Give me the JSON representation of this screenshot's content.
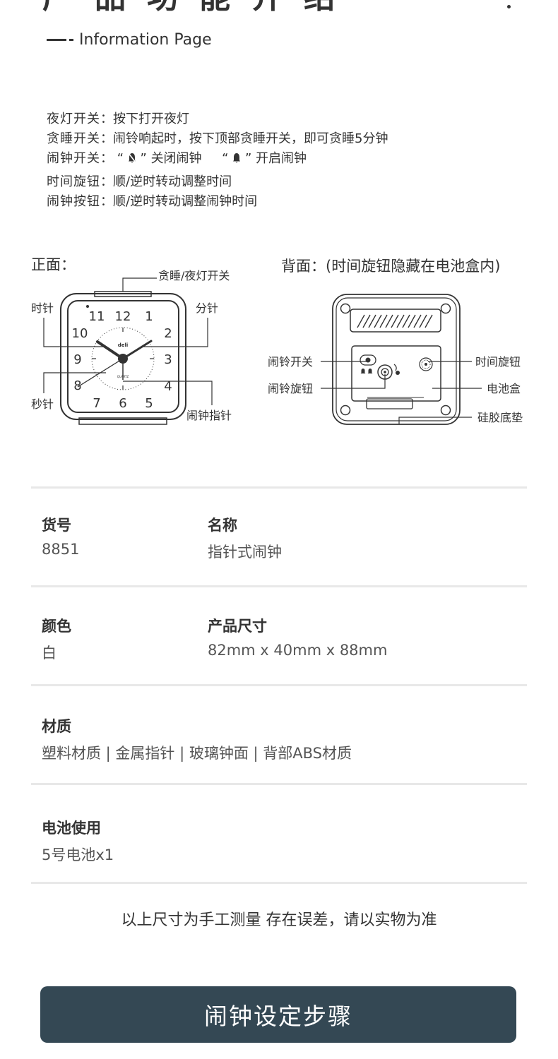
{
  "header": {
    "title_partial": "产品功能介绍",
    "subtitle": "Information Page"
  },
  "features": [
    {
      "key": "夜灯开关",
      "text": "按下打开夜灯"
    },
    {
      "key": "贪睡开关",
      "text": "闹铃响起时，按下顶部贪睡开关，即可贪睡5分钟"
    },
    {
      "key": "闹钟开关",
      "off_text": "关闭闹钟",
      "on_text": "开启闹钟"
    },
    {
      "key": "时间旋钮",
      "text": "顺/逆时转动调整时间"
    },
    {
      "key": "闹钟按钮",
      "text": "顺/逆时转动调整闹钟时间"
    }
  ],
  "diagram": {
    "front_title": "正面：",
    "back_title": "背面：(时间旋钮隐藏在电池盒内)",
    "front_labels": {
      "snooze": "贪睡/夜灯开关",
      "hour": "时针",
      "minute": "分针",
      "second": "秒针",
      "alarm_hand": "闹钟指针"
    },
    "back_labels": {
      "alarm_switch": "闹铃开关",
      "alarm_knob": "闹铃旋钮",
      "time_knob": "时间旋钮",
      "battery": "电池盒",
      "pad": "硅胶底垫"
    },
    "numbers": [
      "12",
      "1",
      "2",
      "3",
      "4",
      "5",
      "6",
      "7",
      "8",
      "9",
      "10",
      "11"
    ],
    "brand": "deli",
    "quartz": "QUARTZ"
  },
  "specs": {
    "item_no_label": "货号",
    "item_no_value": "8851",
    "name_label": "名称",
    "name_value": "指针式闹钟",
    "color_label": "颜色",
    "color_value": "白",
    "size_label": "产品尺寸",
    "size_value": "82mm x 40mm x 88mm",
    "material_label": "材质",
    "material_value": "塑料材质 | 金属指针 | 玻璃钟面 | 背部ABS材质",
    "battery_label": "电池使用",
    "battery_value": "5号电池x1"
  },
  "note": "以上尺寸为手工测量 存在误差，请以实物为准",
  "button_label": "闹钟设定步骤",
  "colors": {
    "button_bg": "#344854",
    "text": "#333333"
  }
}
